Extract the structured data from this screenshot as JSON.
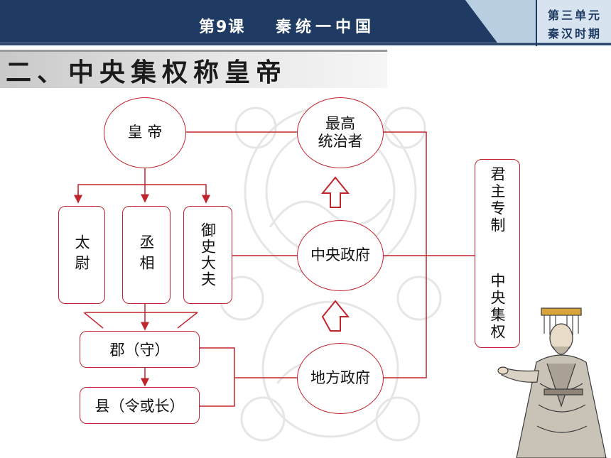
{
  "header": {
    "lesson_number": "第9课",
    "lesson_title": "秦统一中国",
    "unit_line1": "第三单元",
    "unit_line2": "秦汉时期"
  },
  "section_title": "二、中央集权称皇帝",
  "diagram": {
    "emperor": "皇 帝",
    "supreme_ruler": "最高\n统治者",
    "taiwei": "太尉",
    "chengxiang": "丞相",
    "yushi_dafu": "御史大夫",
    "central_government": "中央政府",
    "local_government": "地方政府",
    "commandery": "郡（守）",
    "county": "县（令或长）",
    "summary": "君主专制  中央集权"
  },
  "colors": {
    "header_bg": "#1f3b63",
    "accent_red": "#c0252d",
    "unit_bg": "#d7e3ee"
  }
}
